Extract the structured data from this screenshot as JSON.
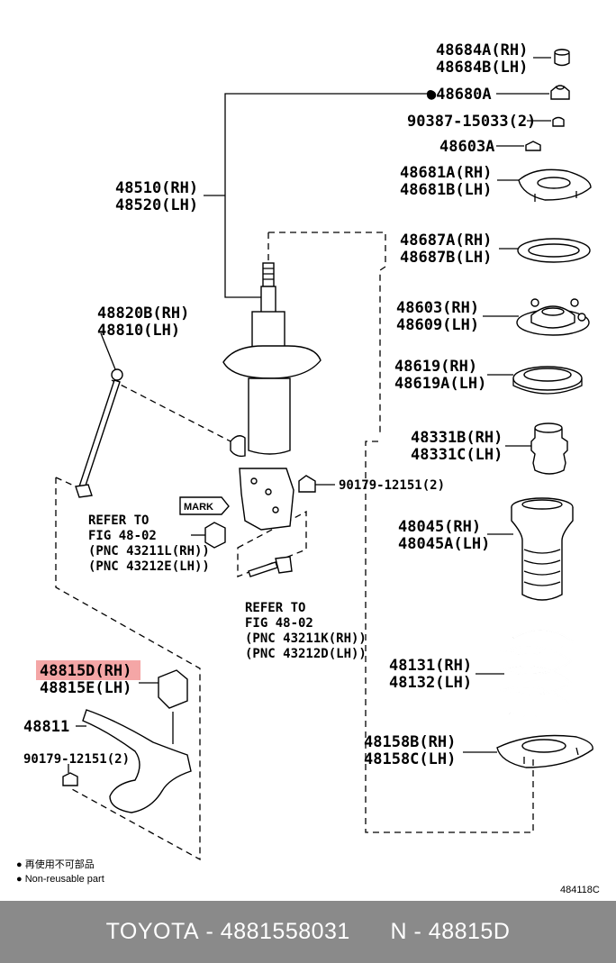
{
  "labels": {
    "p48684": [
      "48684A(RH)",
      "48684B(LH)"
    ],
    "p48680": "●48680A",
    "p90387": "90387-15033(2)",
    "p48603a": "48603A",
    "p48681": [
      "48681A(RH)",
      "48681B(LH)"
    ],
    "p48510": [
      "48510(RH)",
      "48520(LH)"
    ],
    "p48687": [
      "48687A(RH)",
      "48687B(LH)"
    ],
    "p48820": [
      "48820B(RH)",
      "48810(LH)"
    ],
    "p48603": [
      "48603(RH)",
      "48609(LH)"
    ],
    "p48619": [
      "48619(RH)",
      "48619A(LH)"
    ],
    "p48331": [
      "48331B(RH)",
      "48331C(LH)"
    ],
    "p90179a": "90179-12151(2)",
    "mark": "MARK",
    "refer1": [
      "REFER TO",
      "FIG 48-02",
      "(PNC 43211L(RH))",
      "(PNC 43212E(LH))"
    ],
    "p48045": [
      "48045(RH)",
      "48045A(LH)"
    ],
    "refer2": [
      "REFER TO",
      "FIG 48-02",
      "(PNC 43211K(RH))",
      "(PNC 43212D(LH))"
    ],
    "p48815": [
      "48815D(RH)",
      "48815E(LH)"
    ],
    "p48131": [
      "48131(RH)",
      "48132(LH)"
    ],
    "p48811": "48811",
    "p90179b": "90179-12151(2)",
    "p48158": [
      "48158B(RH)",
      "48158C(LH)"
    ],
    "note1": "● 再使用不可部品",
    "note2": "● Non-reusable part",
    "fig_id": "484118C"
  },
  "highlight_color": "#f4a6a6",
  "footer": {
    "brand": "TOYOTA",
    "sep": " - ",
    "part_number": "4881558031",
    "code": "N - 48815D"
  }
}
